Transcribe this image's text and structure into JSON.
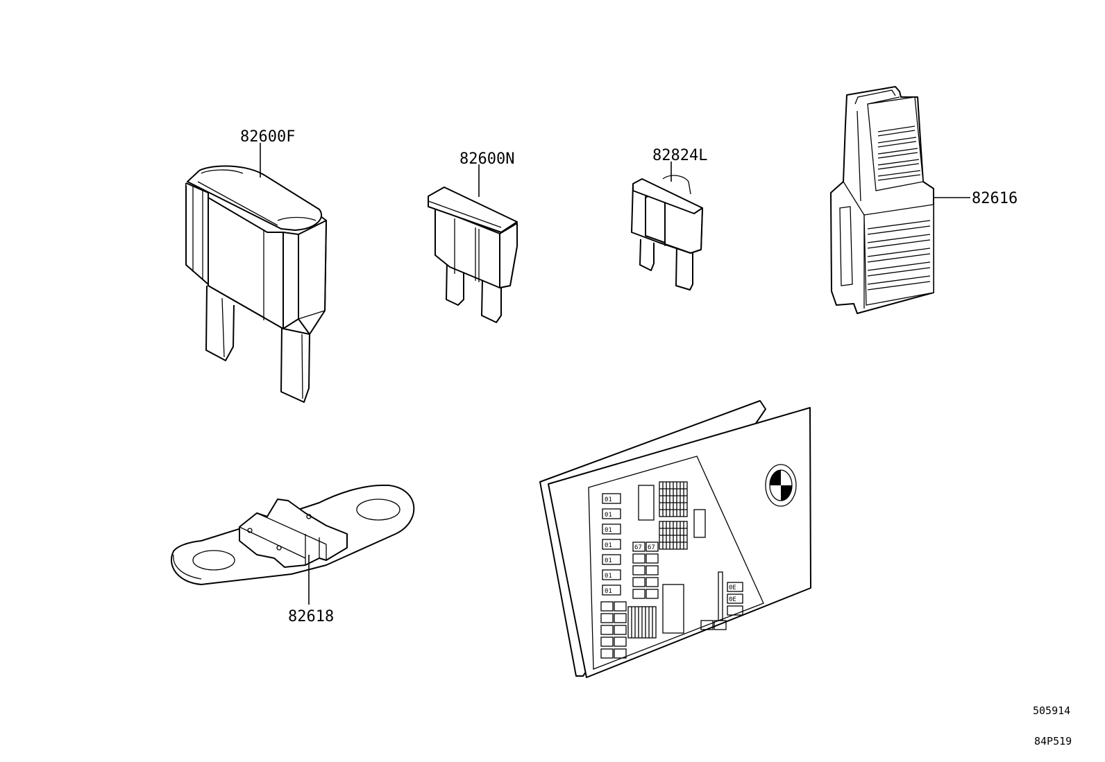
{
  "parts": [
    {
      "id": "maxi-fuse",
      "number": "82600F"
    },
    {
      "id": "mini-fuse",
      "number": "82600N"
    },
    {
      "id": "micro-fuse",
      "number": "82824L"
    },
    {
      "id": "fuse-puller",
      "number": "82616"
    },
    {
      "id": "strip-fuse",
      "number": "82618"
    }
  ],
  "reference": {
    "code_1": "505914",
    "code_2": "84P519"
  },
  "fuse_chart": {
    "cell_text_1": "01",
    "cell_text_2": "67",
    "cell_text_3": "0E"
  }
}
